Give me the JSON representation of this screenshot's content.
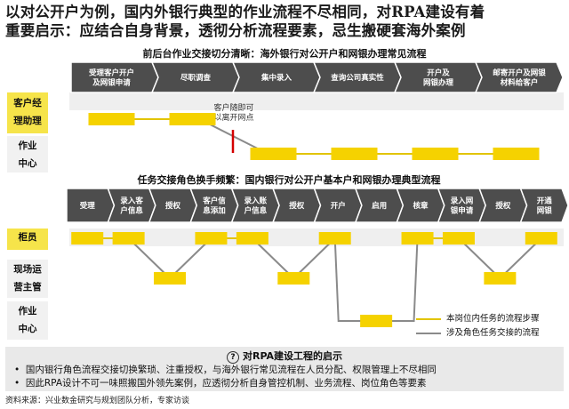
{
  "title_line1": "以对公开户为例，国内外银行典型的作业流程不尽相同，对RPA建设有着",
  "title_line2": "重要启示：应结合自身背景，透彻分析流程要素，忌生搬硬套海外案例",
  "section1": {
    "heading": "前后台作业交接切分清晰：海外银行对公开户和网银办理常见流程",
    "steps": [
      [
        "受理客户开户",
        "及网银申请"
      ],
      [
        "尽职调查"
      ],
      [
        "集中录入"
      ],
      [
        "查询公司真实性"
      ],
      [
        "开户及",
        "网银办理"
      ],
      [
        "邮寄开户及网银",
        "材料给客户"
      ]
    ],
    "rows": [
      [
        "客户经",
        "理助理"
      ],
      [
        "作业",
        "中心"
      ]
    ],
    "note": [
      "客户随即可",
      "以离开网点"
    ]
  },
  "section2": {
    "heading": "任务交接角色换手频繁：国内银行对公开户基本户和网银办理典型流程",
    "steps": [
      [
        "受理"
      ],
      [
        "录入客",
        "户信息"
      ],
      [
        "授权"
      ],
      [
        "客户信",
        "息添加"
      ],
      [
        "录入账",
        "户信息"
      ],
      [
        "授权"
      ],
      [
        "开户"
      ],
      [
        "启用"
      ],
      [
        "核章"
      ],
      [
        "录入网",
        "银申请"
      ],
      [
        "授权"
      ],
      [
        "开通",
        "网银"
      ]
    ],
    "rows": [
      [
        "柜员"
      ],
      [
        "现场运",
        "营主管"
      ],
      [
        "作业",
        "中心"
      ]
    ]
  },
  "legend": {
    "in_post": "本岗位内任务的流程步骤",
    "cross_role": "涉及角色任务交接的流程"
  },
  "summary": {
    "title": "对RPA建设工程的启示",
    "question_icon": "?",
    "bullets": [
      "国内银行角色流程交接切换繁琐、注重授权，与海外银行常见流程在人员分配、权限管理上不尽相同",
      "因此RPA设计不可一味照搬国外领先案例，应透彻分析自身管控机制、业务流程、岗位角色等要素"
    ]
  },
  "source": "资料来源：兴业数金研究与规划团队分析，专家访谈",
  "colors": {
    "chevron": "#4d4d4d",
    "yellow": "#f5d200",
    "gray_line": "#8a8a8a",
    "red_marker": "#d40000",
    "row_yellow": "#f6e44a"
  }
}
